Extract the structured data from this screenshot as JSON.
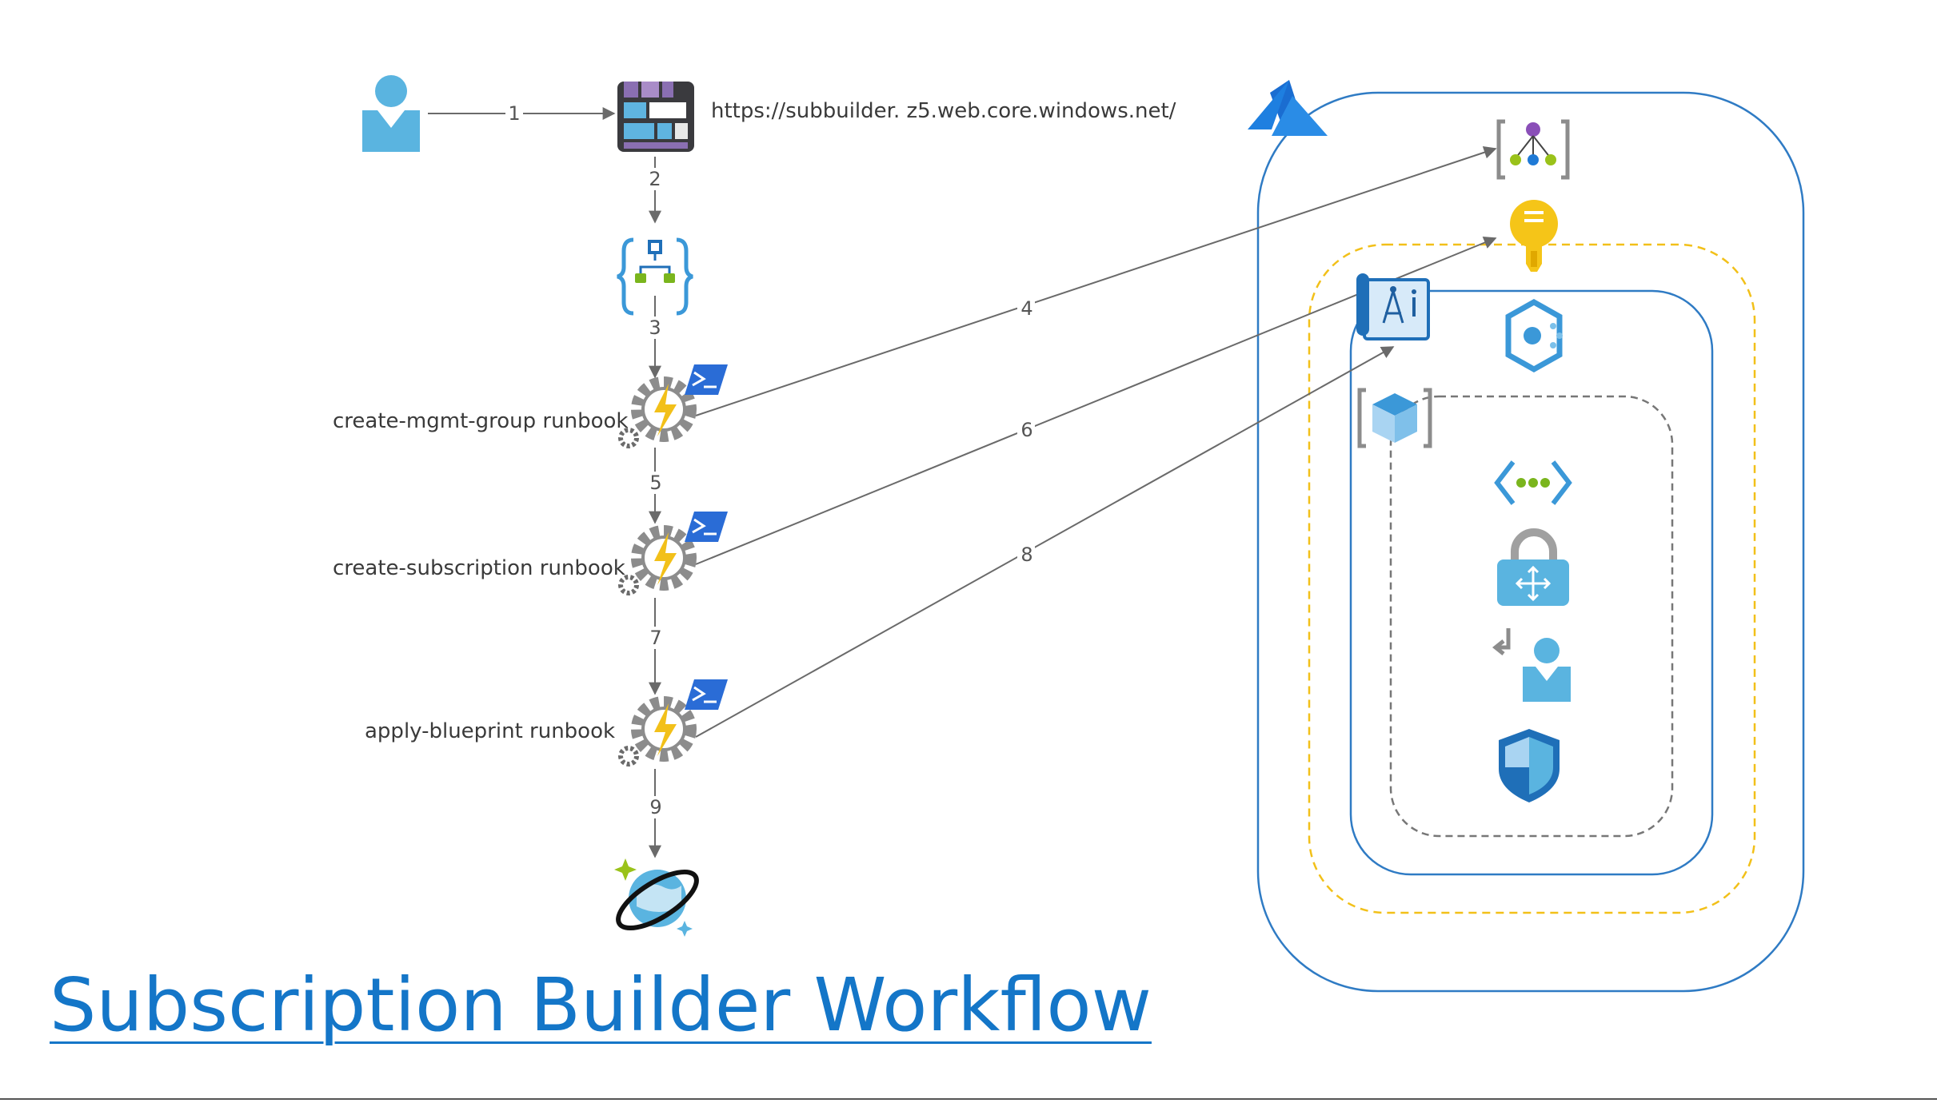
{
  "url": "https://subbuilder. z5.web.core.windows.net/",
  "title": "Subscription Builder Workflow",
  "runbooks": [
    {
      "label": "create-mgmt-group runbook"
    },
    {
      "label": "create-subscription runbook"
    },
    {
      "label": "apply-blueprint runbook"
    }
  ],
  "steps": [
    "1",
    "2",
    "3",
    "4",
    "5",
    "6",
    "7",
    "8",
    "9"
  ],
  "colors": {
    "title": "#1476c8",
    "container_outer": "#2f7bc4",
    "container_dashed_yellow": "#f2c019",
    "container_dashed_gray": "#777777",
    "arrow": "#6a6a6a"
  },
  "icons": {
    "user": "user-icon",
    "static_website": "static-website-icon",
    "logic_app": "logic-app-icon",
    "runbook": "automation-runbook-icon",
    "powershell": "powershell-icon",
    "cosmos_db": "cosmos-db-icon",
    "azure": "azure-logo-icon",
    "management_group": "management-group-icon",
    "key_vault": "key-vault-icon",
    "blueprint": "blueprint-icon",
    "event_grid": "event-grid-icon",
    "resource_group": "resource-group-icon",
    "virtual_network": "virtual-network-icon",
    "vpn_gateway": "vpn-gateway-icon",
    "role_assignment": "role-assignment-icon",
    "security_center": "security-center-icon"
  }
}
